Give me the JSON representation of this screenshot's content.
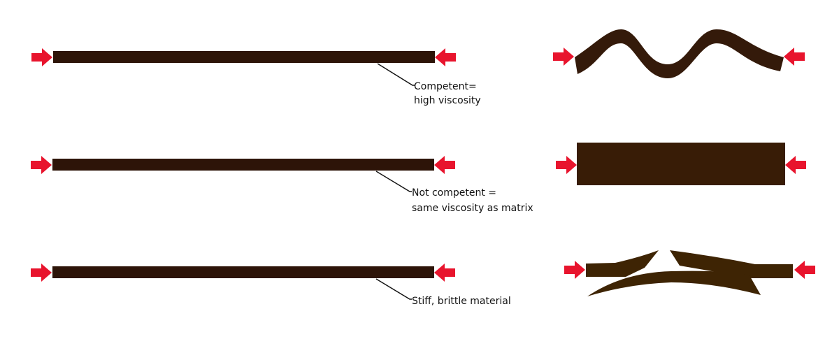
{
  "colors": {
    "layer": "#2d1408",
    "layer_folded": "#341a0a",
    "layer_boudin": "#381c06",
    "layer_fractured": "#3e2404",
    "arrow": "#e8142d",
    "leader": "#111111",
    "background": "#ffffff"
  },
  "rows": [
    {
      "label_lines": [
        "Competent=",
        "high viscosity"
      ],
      "result": "folded"
    },
    {
      "label_lines": [
        "Not competent =",
        "same viscosity as matrix"
      ],
      "result": "thickened"
    },
    {
      "label_lines": [
        "Stiff, brittle material"
      ],
      "result": "fractured"
    }
  ],
  "icons": [
    "arrow-right-icon",
    "arrow-left-icon"
  ]
}
